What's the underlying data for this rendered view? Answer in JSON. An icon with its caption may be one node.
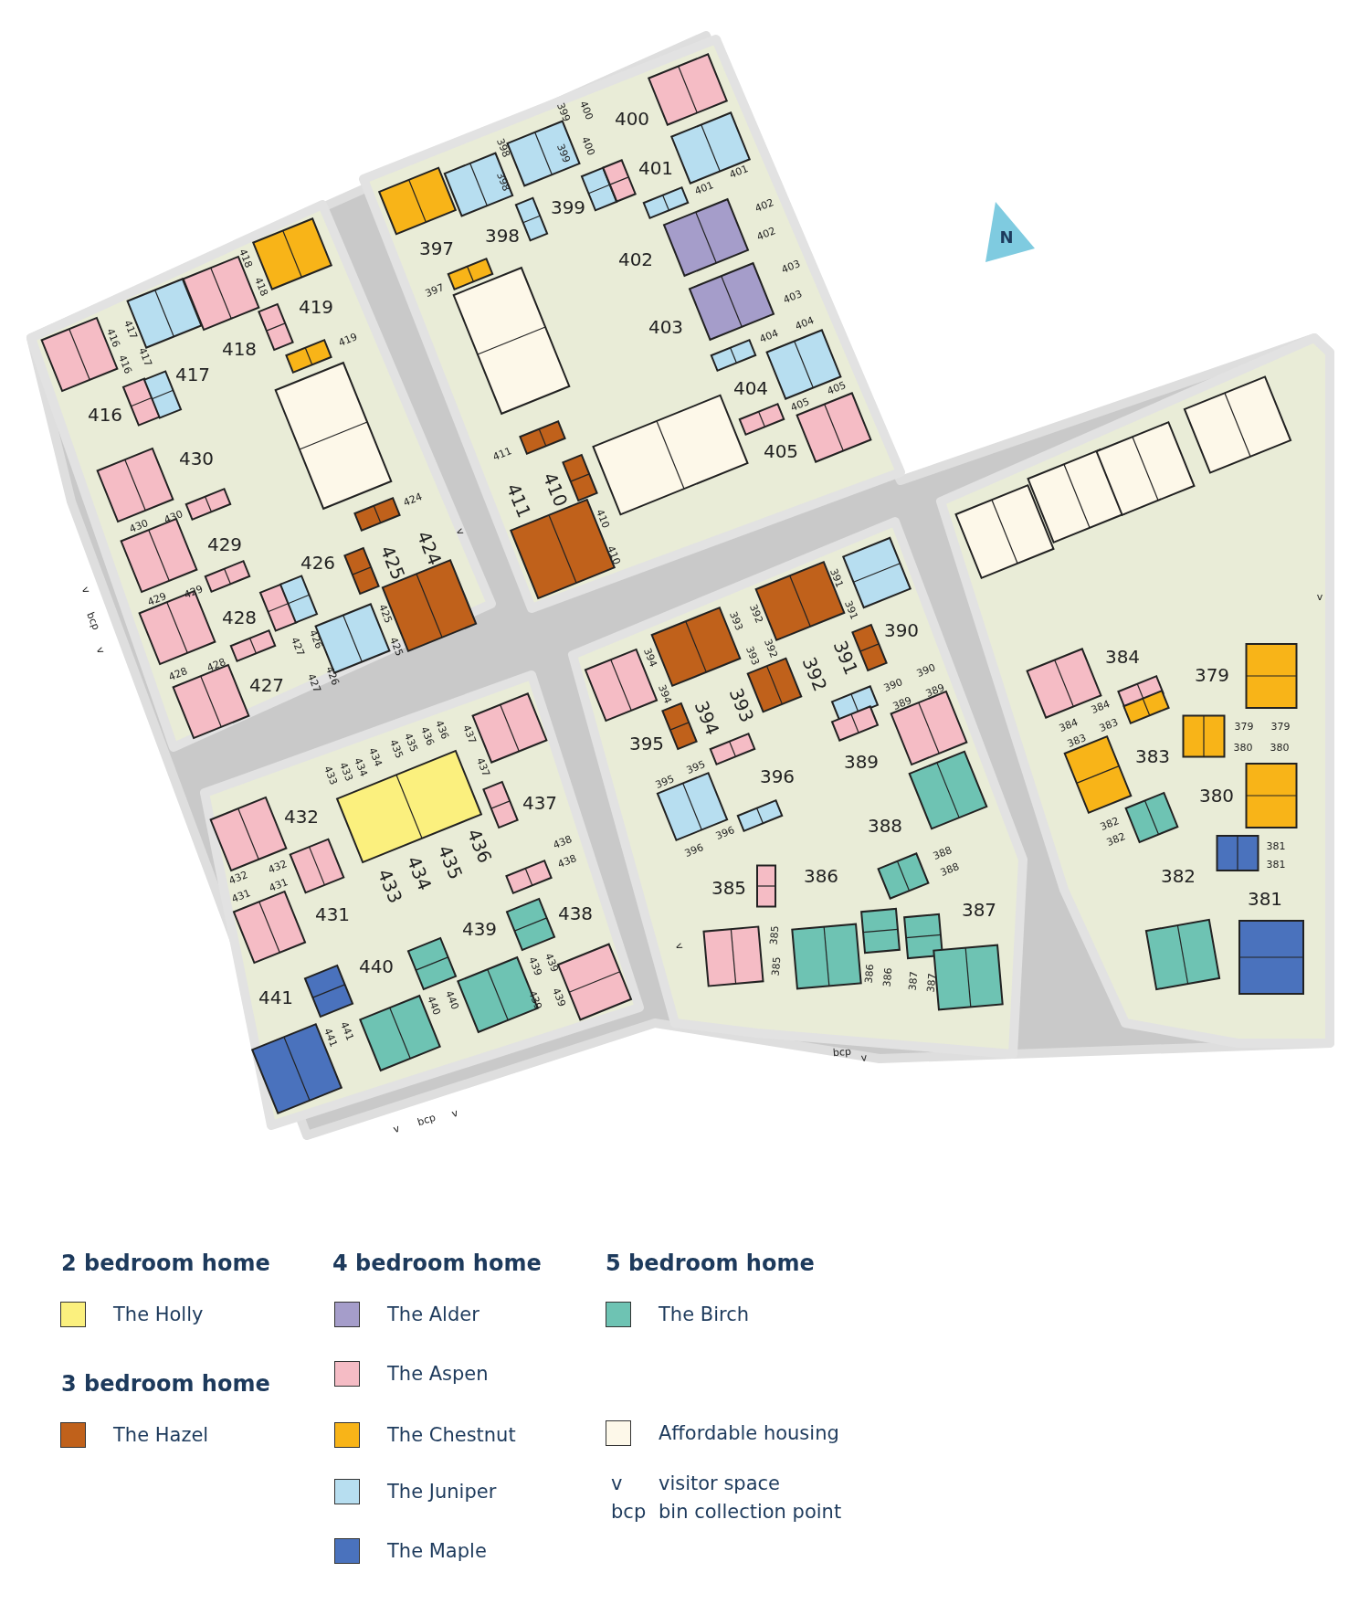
{
  "diagram": {
    "labels": [
      "400",
      "399",
      "400",
      "399",
      "400",
      "398",
      "398",
      "401",
      "401",
      "401",
      "402",
      "402",
      "399",
      "398",
      "397",
      "402",
      "403",
      "403",
      "397",
      "419",
      "418",
      "418",
      "403",
      "404",
      "404",
      "419",
      "416",
      "417",
      "416",
      "417",
      "418",
      "417",
      "404",
      "405",
      "405",
      "416",
      "405",
      "411",
      "430",
      "410",
      "411",
      "424",
      "410",
      "410",
      "430",
      "430",
      "429",
      "425",
      "424",
      "426",
      "v",
      "429",
      "429",
      "v",
      "bcp",
      "v",
      "428",
      "426",
      "427",
      "425",
      "425",
      "426",
      "427",
      "428",
      "428",
      "427",
      "391",
      "391",
      "390",
      "393",
      "392",
      "393",
      "392",
      "394",
      "394",
      "391",
      "392",
      "393",
      "394",
      "390",
      "390",
      "389",
      "389",
      "395",
      "389",
      "396",
      "395",
      "395",
      "388",
      "396",
      "396",
      "388",
      "388",
      "385",
      "386",
      "387",
      "385",
      "385",
      "386",
      "386",
      "387",
      "387",
      "v",
      "bcp",
      "v",
      "v",
      "384",
      "379",
      "384",
      "384",
      "383",
      "379",
      "379",
      "383",
      "380",
      "380",
      "383",
      "380",
      "382",
      "382",
      "381",
      "381",
      "382",
      "381",
      "437",
      "433",
      "433",
      "434",
      "434",
      "435",
      "435",
      "436",
      "436",
      "437",
      "432",
      "437",
      "436",
      "435",
      "434",
      "433",
      "438",
      "438",
      "432",
      "432",
      "431",
      "431",
      "431",
      "438",
      "439",
      "440",
      "441",
      "439",
      "439",
      "439",
      "439",
      "440",
      "440",
      "441",
      "441",
      "v",
      "bcp",
      "v",
      "N",
      "2 bedroom home",
      "3 bedroom home",
      "4 bedroom home",
      "5 bedroom home",
      "v",
      "visitor space",
      "bcp",
      "bin collection point"
    ],
    "legend": [
      {
        "text": "The Holly",
        "color": "#fbf07e"
      },
      {
        "text": "The Hazel",
        "color": "#c0611b"
      },
      {
        "text": "The Alder",
        "color": "#a59dca"
      },
      {
        "text": "The Aspen",
        "color": "#f5bcc5"
      },
      {
        "text": "The Chestnut",
        "color": "#f8b418"
      },
      {
        "text": "The Juniper",
        "color": "#b7def0"
      },
      {
        "text": "The Maple",
        "color": "#4a72bd"
      },
      {
        "text": "The Birch",
        "color": "#6ec3b3"
      },
      {
        "text": "Affordable housing",
        "color": "#fdf8e9"
      }
    ]
  }
}
